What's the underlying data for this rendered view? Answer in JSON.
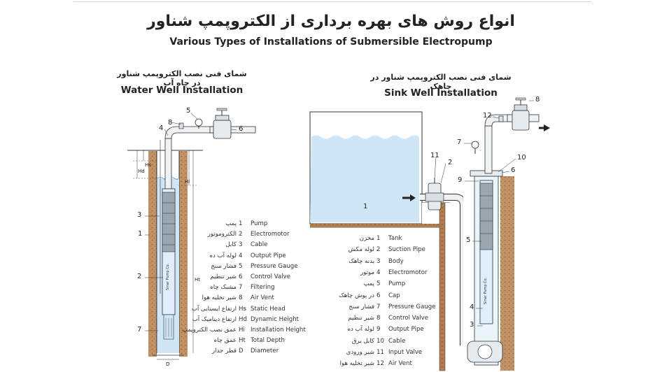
{
  "title_fa": "انواع روش های بهره برداری از الکتروپمپ شناور",
  "title_en": "Various Types of Installations of Submersible Electropump",
  "left": {
    "subtitle_fa": "شمای فنی نصب الکتروپمپ شناور در چاه آب",
    "subtitle_en": "Water Well Installation",
    "callouts": [
      "8",
      "5",
      "4",
      "6",
      "3",
      "1",
      "2",
      "7"
    ],
    "dims": [
      "Hs",
      "Hd",
      "Hi",
      "Ht",
      "D"
    ],
    "pump_brand": "Sinar Pump Co.",
    "legend": [
      {
        "num": "1",
        "fa": "پمپ",
        "en": "Pump"
      },
      {
        "num": "2",
        "fa": "الکتروموتور",
        "en": "Electromotor"
      },
      {
        "num": "3",
        "fa": "کابل",
        "en": "Cable"
      },
      {
        "num": "4",
        "fa": "لوله آب ده",
        "en": "Output Pipe"
      },
      {
        "num": "5",
        "fa": "فشار سنج",
        "en": "Pressure Gauge"
      },
      {
        "num": "6",
        "fa": "شیر تنظیم",
        "en": "Control Valve"
      },
      {
        "num": "7",
        "fa": "مشبک چاه",
        "en": "Filtering"
      },
      {
        "num": "8",
        "fa": "شیر تخلیه هوا",
        "en": "Air Vent"
      },
      {
        "num": "Hs",
        "fa": "ارتفاع ایستایی آب",
        "en": "Static Head"
      },
      {
        "num": "Hd",
        "fa": "ارتفاع دینامیک آب",
        "en": "Dynamic Height"
      },
      {
        "num": "Hi",
        "fa": "عمق نصب الکتروپمپ",
        "en": "Installation Height"
      },
      {
        "num": "Ht",
        "fa": "عمق چاه",
        "en": "Total Depth"
      },
      {
        "num": "D",
        "fa": "قطر جدار",
        "en": "Diameter"
      }
    ]
  },
  "right": {
    "subtitle_fa": "شمای فنی نصب الکتروپمپ شناور در چاهک",
    "subtitle_en": "Sink Well Installation",
    "callouts": [
      "8",
      "12",
      "7",
      "10",
      "11",
      "2",
      "6",
      "9",
      "1",
      "5",
      "4",
      "3"
    ],
    "pump_brand": "Sinar Pump Co.",
    "legend": [
      {
        "num": "1",
        "fa": "مخزن",
        "en": "Tank"
      },
      {
        "num": "2",
        "fa": "لوله مکش",
        "en": "Suction Pipe"
      },
      {
        "num": "3",
        "fa": "بدنه چاهک",
        "en": "Body"
      },
      {
        "num": "4",
        "fa": "موتور",
        "en": "Electromotor"
      },
      {
        "num": "5",
        "fa": "پمپ",
        "en": "Pump"
      },
      {
        "num": "6",
        "fa": "در پوش چاهک",
        "en": "Cap"
      },
      {
        "num": "7",
        "fa": "فشار سنج",
        "en": "Pressure Gauge"
      },
      {
        "num": "8",
        "fa": "شیر تنظیم",
        "en": "Control Valve"
      },
      {
        "num": "9",
        "fa": "لوله آب ده",
        "en": "Output Pipe"
      },
      {
        "num": "10",
        "fa": "کابل برق",
        "en": "Cable"
      },
      {
        "num": "11",
        "fa": "شیر ورودی",
        "en": "Input Valve"
      },
      {
        "num": "12",
        "fa": "شیر تخلیه هوا",
        "en": "Air Vent"
      }
    ]
  },
  "colors": {
    "water": "#cfe6f6",
    "soil": "#b98a5e",
    "pump": "#dfeefa",
    "outline": "#333333"
  }
}
